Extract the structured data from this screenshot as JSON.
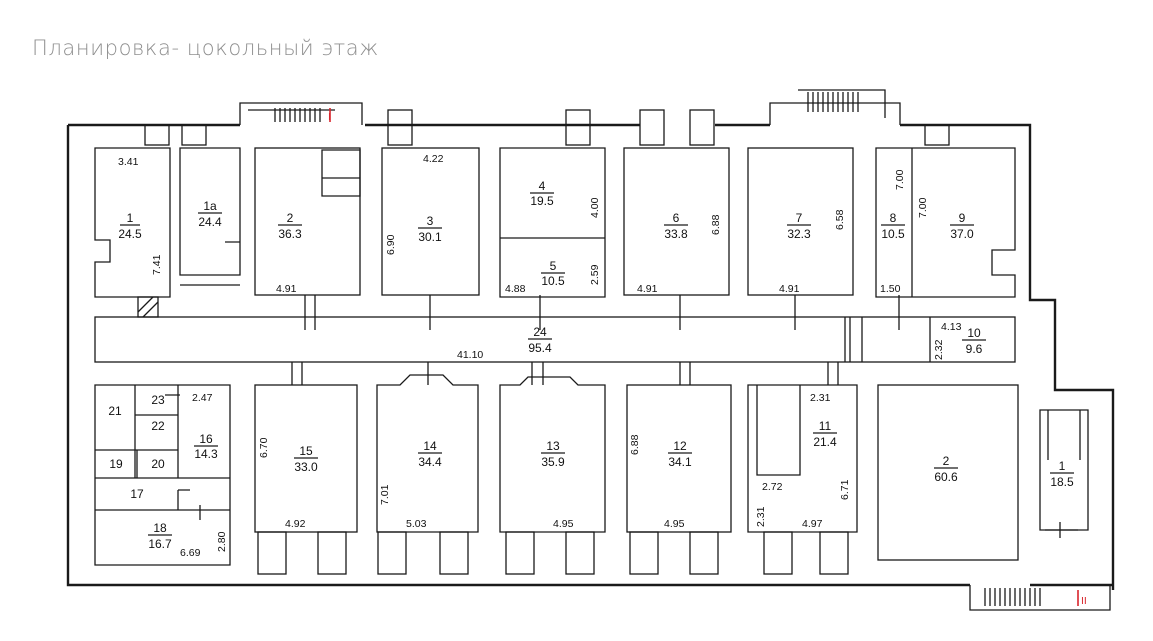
{
  "title": "Планировка- цокольный этаж",
  "rooms": [
    {
      "id": "r1",
      "number": "1",
      "area": "24.5"
    },
    {
      "id": "r1a",
      "number": "1а",
      "area": "24.4"
    },
    {
      "id": "r2",
      "number": "2",
      "area": "36.3"
    },
    {
      "id": "r3",
      "number": "3",
      "area": "30.1"
    },
    {
      "id": "r4",
      "number": "4",
      "area": "19.5"
    },
    {
      "id": "r5",
      "number": "5",
      "area": "10.5"
    },
    {
      "id": "r6",
      "number": "6",
      "area": "33.8"
    },
    {
      "id": "r7",
      "number": "7",
      "area": "32.3"
    },
    {
      "id": "r8",
      "number": "8",
      "area": "10.5"
    },
    {
      "id": "r9",
      "number": "9",
      "area": "37.0"
    },
    {
      "id": "r10",
      "number": "10",
      "area": "9.6"
    },
    {
      "id": "r24",
      "number": "24",
      "area": "95.4"
    },
    {
      "id": "r11",
      "number": "11",
      "area": "21.4"
    },
    {
      "id": "r12",
      "number": "12",
      "area": "34.1"
    },
    {
      "id": "r13",
      "number": "13",
      "area": "35.9"
    },
    {
      "id": "r14",
      "number": "14",
      "area": "34.4"
    },
    {
      "id": "r15",
      "number": "15",
      "area": "33.0"
    },
    {
      "id": "r16",
      "number": "16",
      "area": "14.3"
    },
    {
      "id": "r18",
      "number": "18",
      "area": "16.7"
    },
    {
      "id": "rII2",
      "number": "2",
      "area": "60.6"
    },
    {
      "id": "rII1",
      "number": "1",
      "area": "18.5"
    }
  ],
  "labels": {
    "r21": "21",
    "r23": "23",
    "r22": "22",
    "r19": "19",
    "r20": "20",
    "r17": "17",
    "stair1": "I",
    "stair2": "II"
  },
  "dimensions": {
    "d341": "3.41",
    "d741": "7.41",
    "d491a": "4.91",
    "d422": "4.22",
    "d690": "6.90",
    "d400": "4.00",
    "d259": "2.59",
    "d488": "4.88",
    "d688a": "6.88",
    "d491b": "4.91",
    "d658": "6.58",
    "d491c": "4.91",
    "d700a": "7.00",
    "d700b": "7.00",
    "d150": "1.50",
    "d413": "4.13",
    "d232": "2.32",
    "d4110": "41.10",
    "d247": "2.47",
    "d670": "6.70",
    "d492": "4.92",
    "d701": "7.01",
    "d503": "5.03",
    "d495a": "4.95",
    "d688b": "6.88",
    "d495b": "4.95",
    "d231a": "2.31",
    "d272": "2.72",
    "d231b": "2.31",
    "d497": "4.97",
    "d671": "6.71",
    "d669": "6.69",
    "d280": "2.80"
  }
}
